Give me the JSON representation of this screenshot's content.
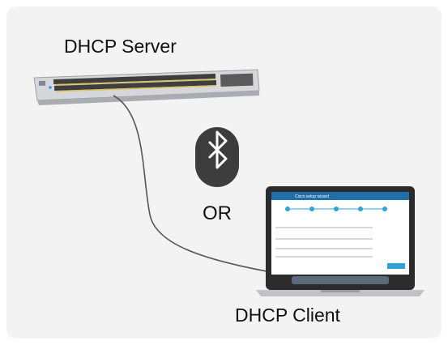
{
  "diagram": {
    "server_label": "DHCP Server",
    "connector_label": "OR",
    "client_label": "DHCP Client",
    "icons": {
      "switch": "network-switch-icon",
      "bluetooth": "bluetooth-icon",
      "laptop": "laptop-icon"
    },
    "colors": {
      "background": "#f3f3f3",
      "cable": "#555555",
      "bluetooth_badge": "#3d3d3d",
      "switch_body": "#c7c9cc",
      "laptop_body": "#2b2b2b"
    }
  }
}
